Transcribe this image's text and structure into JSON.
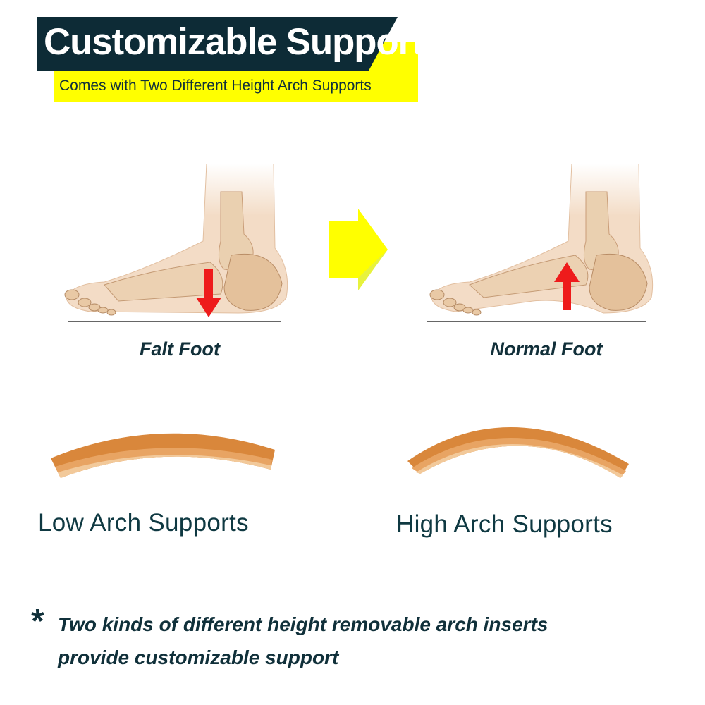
{
  "header": {
    "title": "Customizable Support",
    "subtitle": "Comes with Two Different Height Arch Supports"
  },
  "feet": [
    {
      "caption": "Falt Foot",
      "arrow": "down"
    },
    {
      "caption": "Normal Foot",
      "arrow": "up"
    }
  ],
  "supports": [
    {
      "label": "Low Arch Supports"
    },
    {
      "label": "High Arch Supports"
    }
  ],
  "note": {
    "marker": "*",
    "line1": "Two kinds of different height removable arch inserts",
    "line2": "provide customizable support"
  },
  "colors": {
    "banner_dark": "#0d2b36",
    "banner_yellow": "#ffff00",
    "arrow_red": "#ee1b1b",
    "insert_orange": "#d98a3f",
    "skin": "#f2d8bf",
    "bone": "#e7c9a6"
  }
}
